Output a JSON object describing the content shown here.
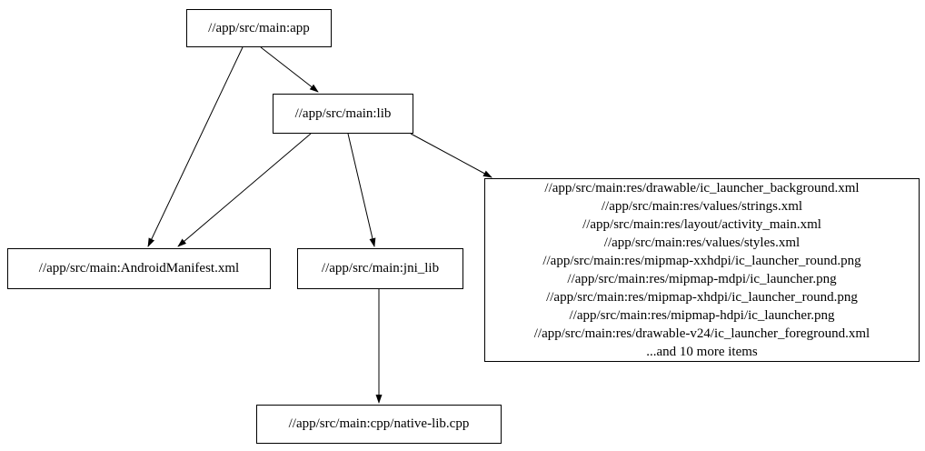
{
  "graph": {
    "nodes": {
      "app": {
        "label": "//app/src/main:app"
      },
      "lib": {
        "label": "//app/src/main:lib"
      },
      "manifest": {
        "label": "//app/src/main:AndroidManifest.xml"
      },
      "jni_lib": {
        "label": "//app/src/main:jni_lib"
      },
      "cpp": {
        "label": "//app/src/main:cpp/native-lib.cpp"
      },
      "res": {
        "lines": [
          "//app/src/main:res/drawable/ic_launcher_background.xml",
          "//app/src/main:res/values/strings.xml",
          "//app/src/main:res/layout/activity_main.xml",
          "//app/src/main:res/values/styles.xml",
          "//app/src/main:res/mipmap-xxhdpi/ic_launcher_round.png",
          "//app/src/main:res/mipmap-mdpi/ic_launcher.png",
          "//app/src/main:res/mipmap-xhdpi/ic_launcher_round.png",
          "//app/src/main:res/mipmap-hdpi/ic_launcher.png",
          "//app/src/main:res/drawable-v24/ic_launcher_foreground.xml",
          "...and 10 more items"
        ]
      }
    },
    "edges": [
      {
        "from": "//app/src/main:app",
        "to": "//app/src/main:lib"
      },
      {
        "from": "//app/src/main:app",
        "to": "//app/src/main:AndroidManifest.xml"
      },
      {
        "from": "//app/src/main:lib",
        "to": "//app/src/main:AndroidManifest.xml"
      },
      {
        "from": "//app/src/main:lib",
        "to": "//app/src/main:jni_lib"
      },
      {
        "from": "//app/src/main:lib",
        "to": "//app/src/main:res (resource files group)"
      },
      {
        "from": "//app/src/main:jni_lib",
        "to": "//app/src/main:cpp/native-lib.cpp"
      }
    ],
    "colors": {
      "node_border": "#000000",
      "node_fill": "#ffffff",
      "edge": "#000000",
      "text": "#000000",
      "background": "#ffffff"
    }
  }
}
